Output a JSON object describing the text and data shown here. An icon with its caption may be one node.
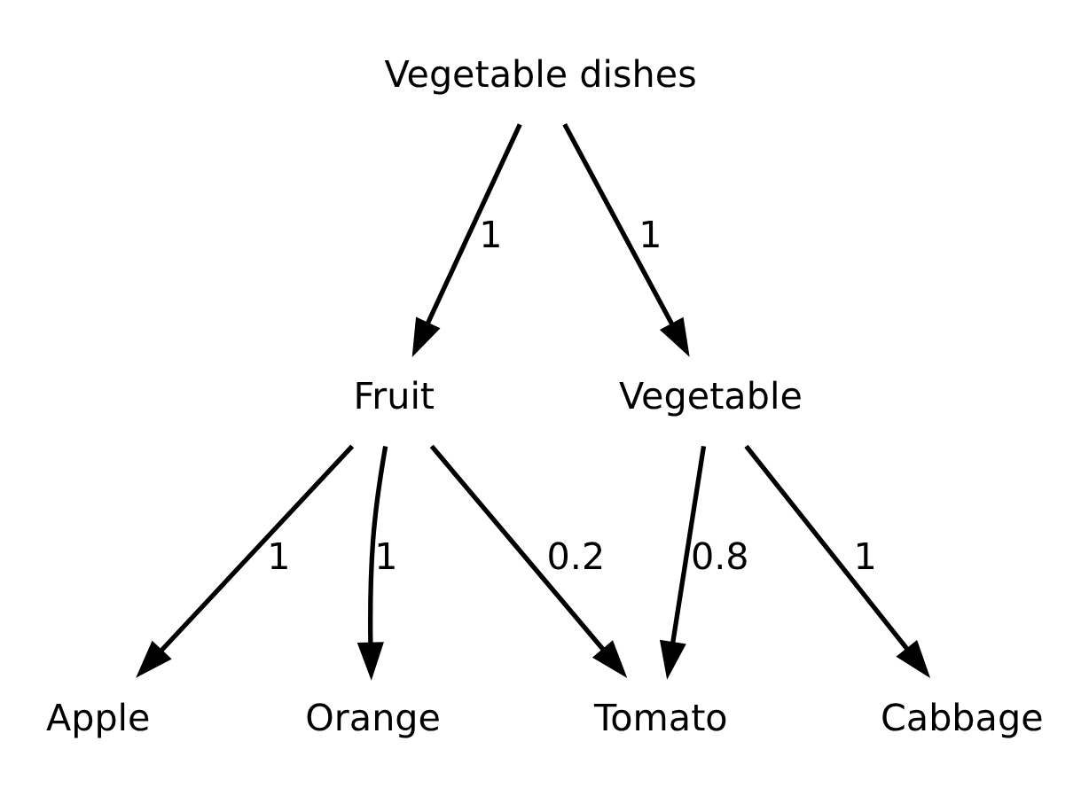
{
  "diagram": {
    "nodes": [
      {
        "text": [
          "Vegetable dishes"
        ]
      },
      {
        "text": [
          "Fruit"
        ]
      },
      {
        "text": [
          "Vegetable"
        ]
      },
      {
        "text": [
          "Apple"
        ]
      },
      {
        "text": [
          "Orange"
        ]
      },
      {
        "text": [
          "Tomato"
        ]
      },
      {
        "text": [
          "Cabbage"
        ]
      }
    ],
    "edges": [
      {
        "from": 0,
        "to": 1,
        "arrow": "to",
        "label": "1"
      },
      {
        "from": 0,
        "to": 2,
        "arrow": "to",
        "label": "1"
      },
      {
        "from": 1,
        "to": 3,
        "arrow": "to",
        "label": "1"
      },
      {
        "from": 1,
        "to": 4,
        "arrow": "to",
        "label": "1"
      },
      {
        "from": 1,
        "to": 5,
        "arrow": "to",
        "label": "0.2"
      },
      {
        "from": 2,
        "to": 5,
        "arrow": "to",
        "label": "0.8"
      },
      {
        "from": 2,
        "to": 6,
        "arrow": "to",
        "label": "1"
      }
    ]
  }
}
